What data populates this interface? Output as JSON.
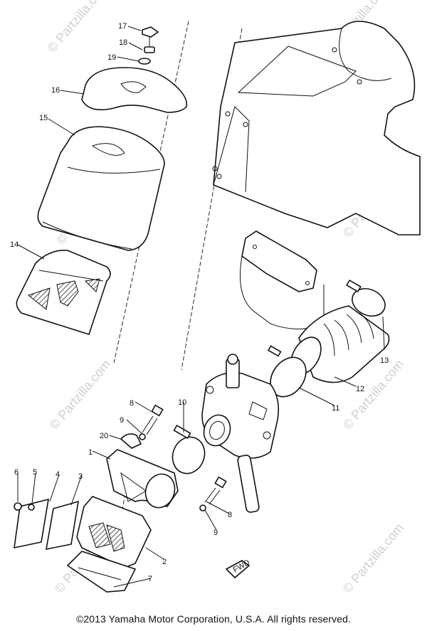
{
  "watermark": "© Partzilla.com",
  "copyright": "©2013 Yamaha Motor Corporation, U.S.A. All rights reserved.",
  "callouts": [
    "1",
    "2",
    "3",
    "4",
    "5",
    "6",
    "7",
    "8",
    "9",
    "10",
    "11",
    "12",
    "13",
    "14",
    "15",
    "16",
    "17",
    "18",
    "19",
    "20"
  ],
  "direction_label": "FWD"
}
